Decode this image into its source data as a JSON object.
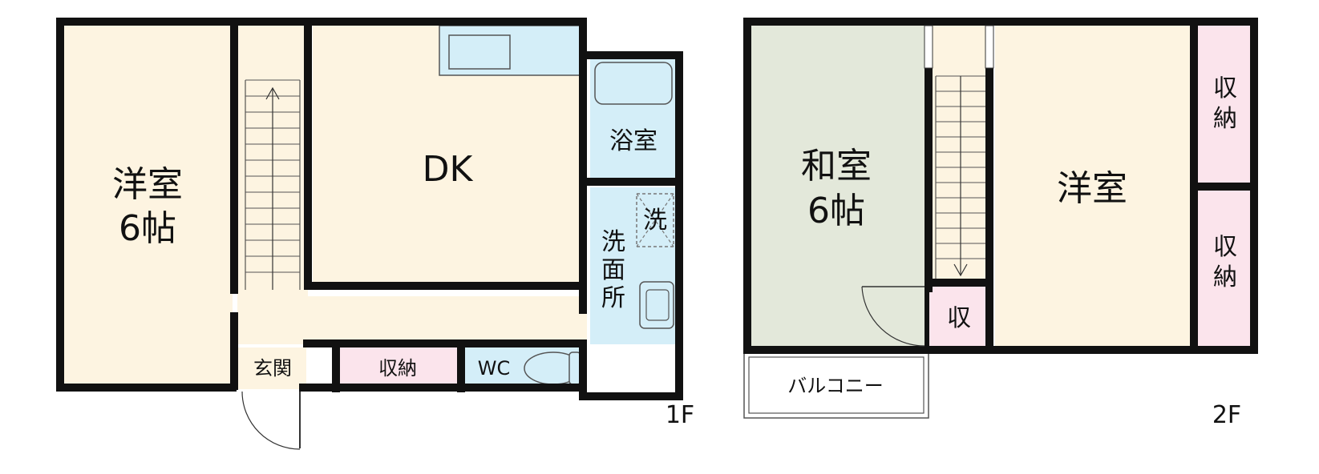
{
  "colors": {
    "wall": "#111111",
    "western_room": "#fdf4e1",
    "japanese_room": "#e3e8da",
    "wet_area": "#d4eef8",
    "storage": "#fbe4ec",
    "corridor": "#fdf4e1",
    "balcony": "#ffffff"
  },
  "floor1": {
    "label": "1F",
    "rooms": {
      "western": {
        "name": "洋室",
        "size": "6帖"
      },
      "dk": {
        "name": "DK"
      },
      "bath": {
        "name": "浴室"
      },
      "washroom": {
        "name": "洗面所"
      },
      "washer_mark": "洗",
      "entrance": {
        "name": "玄関"
      },
      "storage": {
        "name": "収納"
      },
      "wc": {
        "name": "WC"
      }
    }
  },
  "floor2": {
    "label": "2F",
    "rooms": {
      "japanese": {
        "name": "和室",
        "size": "6帖"
      },
      "western": {
        "name": "洋室"
      },
      "storage_top": {
        "name": "収納"
      },
      "storage_bottom": {
        "name": "収納"
      },
      "storage_small": {
        "name": "収"
      },
      "balcony": {
        "name": "バルコニー"
      }
    }
  }
}
